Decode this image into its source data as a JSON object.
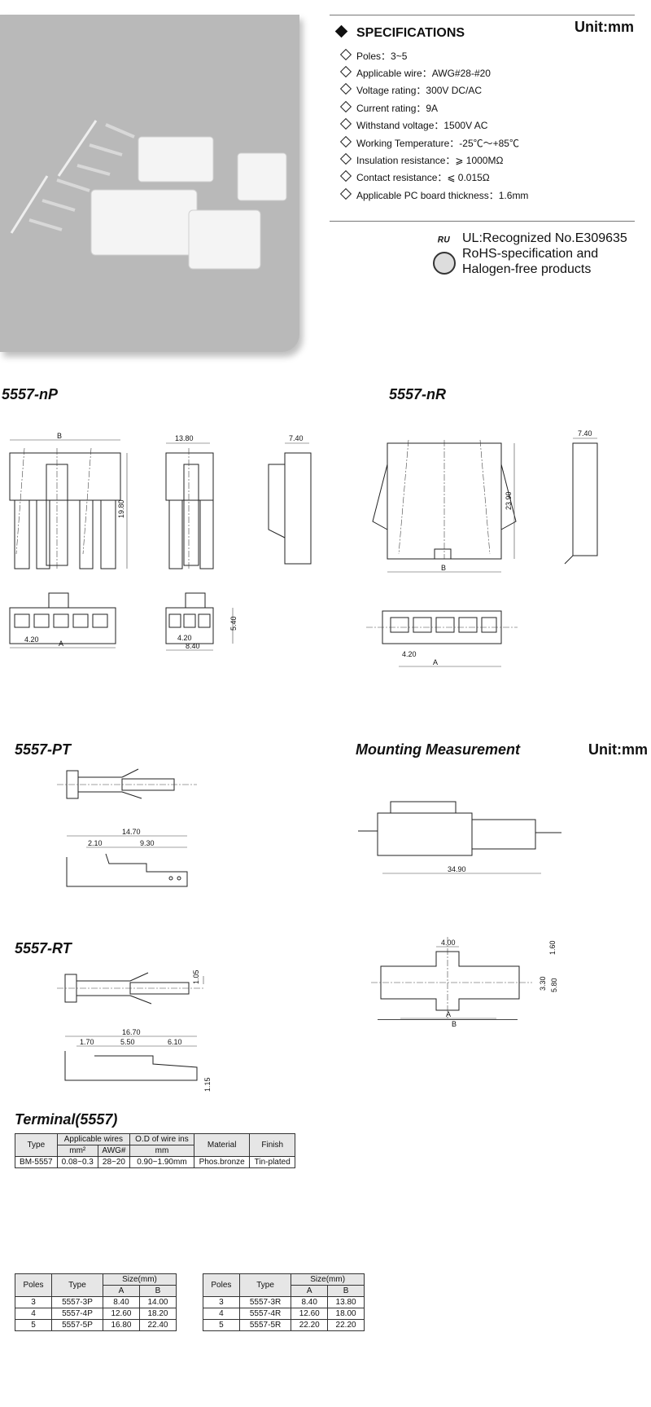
{
  "header": {
    "unit": "Unit:mm",
    "spec_title": "SPECIFICATIONS",
    "specs": [
      "Poles：3~5",
      "Applicable wire：AWG#28-#20",
      "Voltage rating：300V DC/AC",
      "Current rating：9A",
      "Withstand voltage：1500V AC",
      "Working Temperature：-25℃～+85℃",
      "Insulation resistance：⩾ 1000MΩ",
      "Contact resistance：⩽ 0.015Ω",
      "Applicable PC board thickness：1.6mm"
    ],
    "cert_lines": [
      "UL:Recognized No.E309635",
      "RoHS-specification and",
      "Halogen-free products"
    ]
  },
  "sections": {
    "np": "5557-nP",
    "nr": "5557-nR",
    "pt": "5557-PT",
    "rt": "5557-RT",
    "mount": "Mounting Measurement",
    "mount_unit": "Unit:mm",
    "terminal": "Terminal(5557)"
  },
  "dims": {
    "np_b": "B",
    "np_h": "19.80",
    "np_w3": "13.80",
    "np_side": "7.40",
    "np_pitch": "4.20",
    "np_a": "A",
    "np_pitch3": "4.20",
    "np_a3": "8.40",
    "np_depth": "5.40",
    "nr_side": "7.40",
    "nr_h": "23.90",
    "nr_b": "B",
    "nr_pitch": "4.20",
    "nr_a": "A",
    "pt_total": "14.70",
    "pt_a": "2.10",
    "pt_b": "9.30",
    "rt_total": "16.70",
    "rt_a": "1.70",
    "rt_b": "5.50",
    "rt_c": "6.10",
    "rt_d": "1.05",
    "rt_e": "1.15",
    "m_len": "34.90",
    "m_4": "4.00",
    "m_160": "1.60",
    "m_330": "3.30",
    "m_580": "5.80",
    "m_a": "A",
    "m_b": "B"
  },
  "terminal_table": {
    "headers": [
      "Type",
      "Applicable wires",
      "O.D of wire ins",
      "Material",
      "Finish"
    ],
    "subheaders": [
      "mm²",
      "AWG#",
      "mm"
    ],
    "row": [
      "BM-5557",
      "0.08~0.3",
      "28~20",
      "0.90~1.90mm",
      "Phos.bronze",
      "Tin-plated"
    ]
  },
  "size_table_p": {
    "headers": [
      "Poles",
      "Type",
      "Size(mm)",
      "A",
      "B"
    ],
    "rows": [
      [
        "3",
        "5557-3P",
        "8.40",
        "14.00"
      ],
      [
        "4",
        "5557-4P",
        "12.60",
        "18.20"
      ],
      [
        "5",
        "5557-5P",
        "16.80",
        "22.40"
      ]
    ]
  },
  "size_table_r": {
    "headers": [
      "Poles",
      "Type",
      "Size(mm)",
      "A",
      "B"
    ],
    "rows": [
      [
        "3",
        "5557-3R",
        "8.40",
        "13.80"
      ],
      [
        "4",
        "5557-4R",
        "12.60",
        "18.00"
      ],
      [
        "5",
        "5557-5R",
        "22.20",
        "22.20"
      ]
    ]
  }
}
